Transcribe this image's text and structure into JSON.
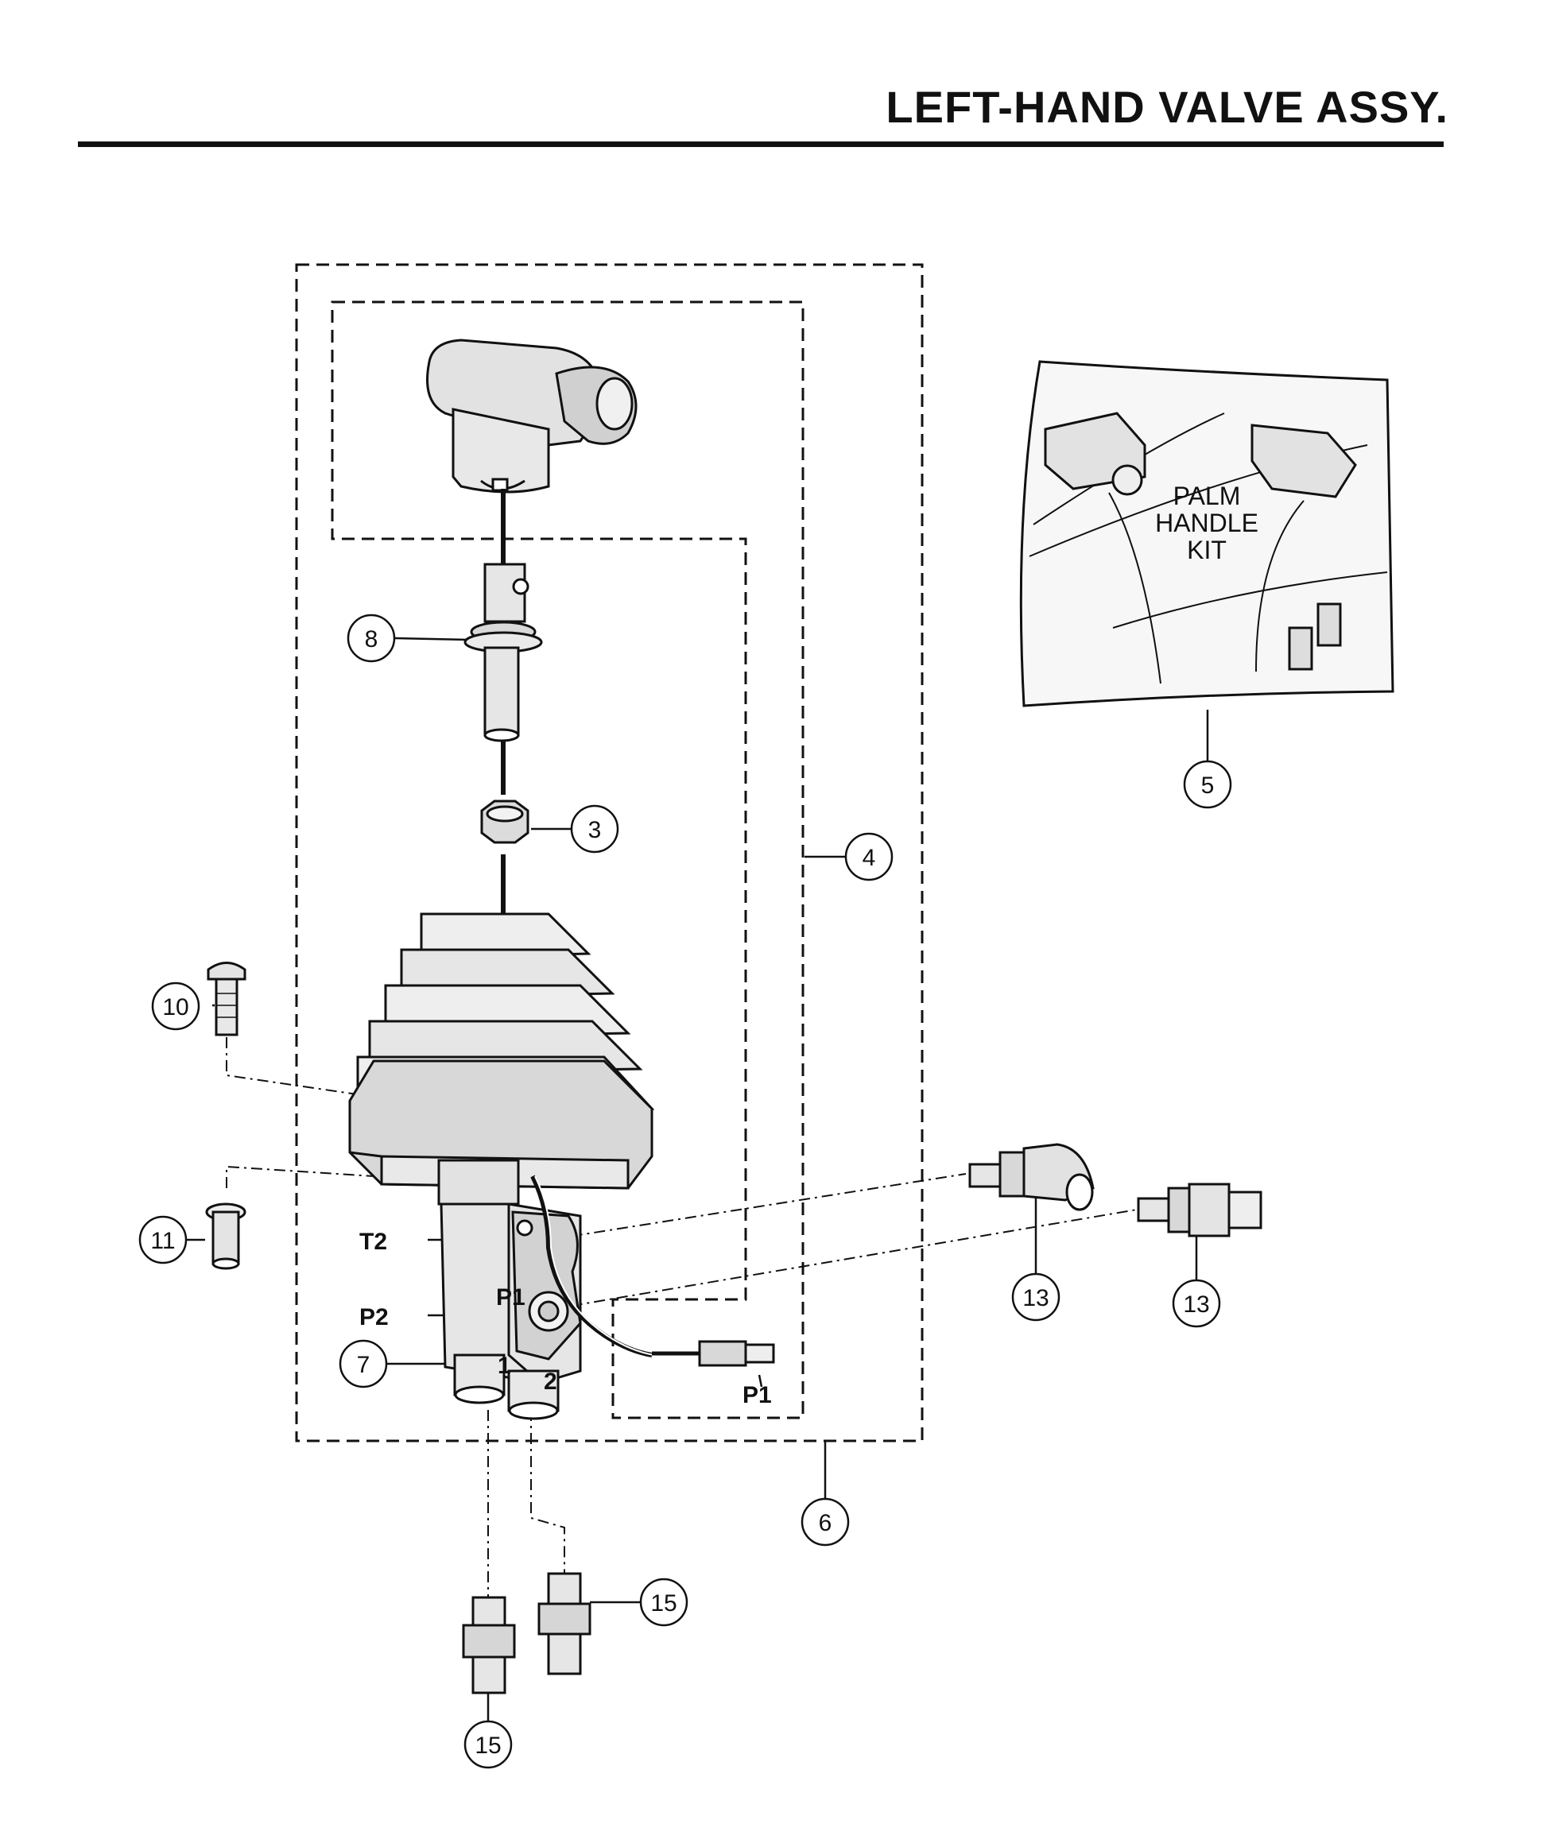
{
  "title": "LEFT-HAND VALVE ASSY.",
  "colors": {
    "ink": "#111111",
    "shade": "#d6d6d6",
    "light": "#eeeeee",
    "background": "#ffffff"
  },
  "callouts": {
    "c3": "3",
    "c4": "4",
    "c5": "5",
    "c6": "6",
    "c7": "7",
    "c8": "8",
    "c10": "10",
    "c11": "11",
    "c13a": "13",
    "c13b": "13",
    "c15a": "15",
    "c15b": "15"
  },
  "ports": {
    "t2": "T2",
    "p2": "P2",
    "p1_body": "P1",
    "p1_connector": "P1",
    "port_1": "1",
    "port_2": "2"
  },
  "palm_handle_kit": {
    "line1": "PALM",
    "line2": "HANDLE",
    "line3": "KIT"
  }
}
